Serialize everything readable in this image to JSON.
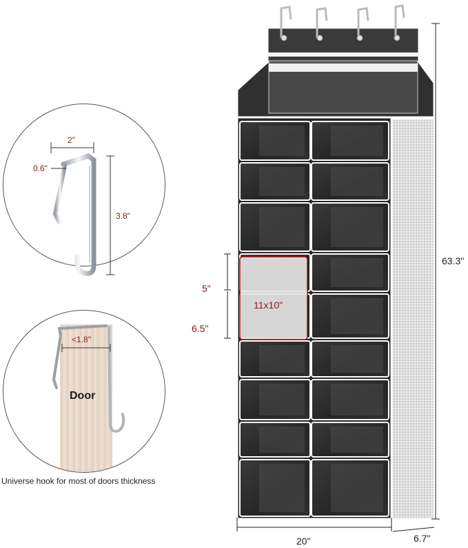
{
  "hook_detail": {
    "width_label": "2\"",
    "gap_label": "0.6\"",
    "height_label": "3.8\""
  },
  "door_detail": {
    "thickness_label": "<1.8\"",
    "door_label": "Door",
    "caption": "Universe hook for most of doors thickness"
  },
  "organizer": {
    "height_label": "63.3\"",
    "width_label": "20\"",
    "depth_label": "6.7\"",
    "pocket_height_small": "5\"",
    "pocket_height_large": "6.5\"",
    "pocket_size_label": "11x10\""
  },
  "colors": {
    "fabric": "#2c2c2c",
    "trim": "#ffffff",
    "accent": "#8b1a1a",
    "door_wood": "#e8d8c8"
  }
}
